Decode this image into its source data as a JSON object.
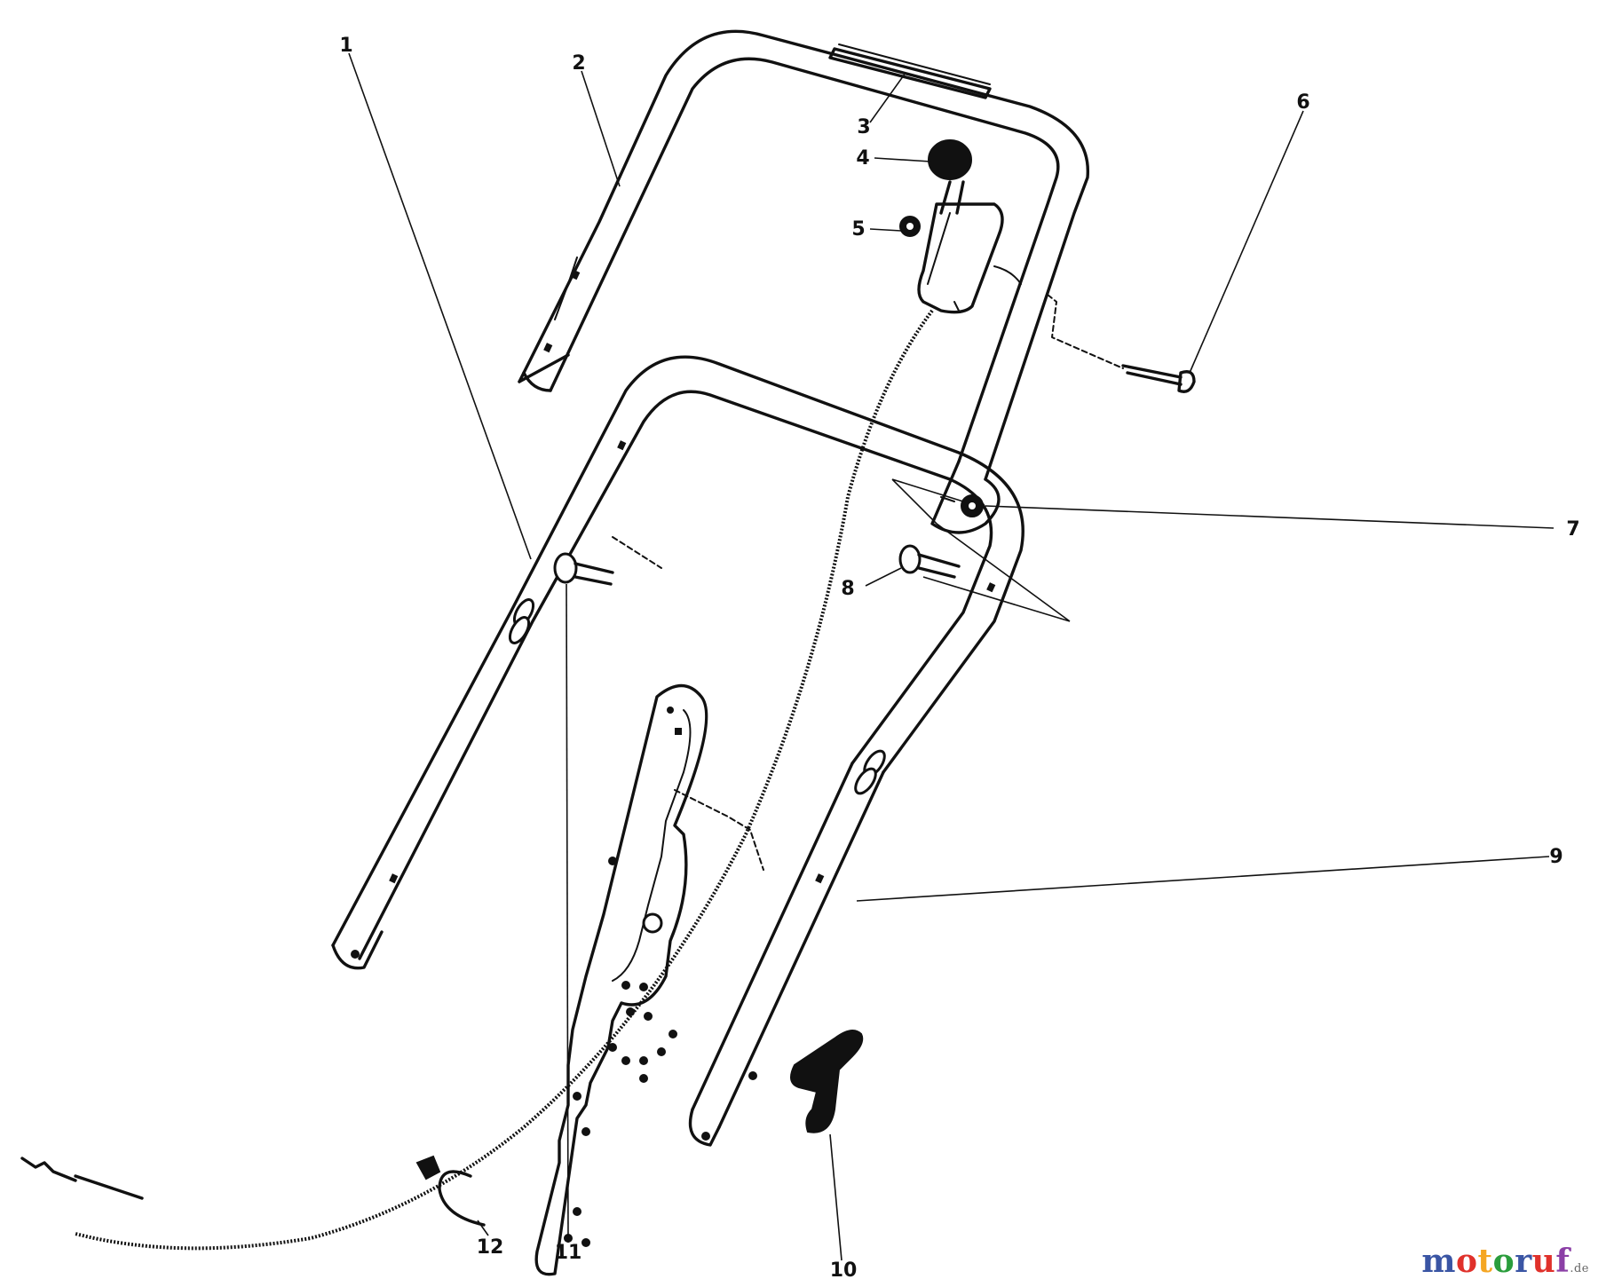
{
  "callouts": [
    "1",
    "2",
    "3",
    "4",
    "5",
    "6",
    "7",
    "8",
    "9",
    "10",
    "11",
    "12"
  ],
  "brand": {
    "text": "motoruf",
    "suffix": ".de",
    "colors": [
      "#3a55a4",
      "#e0312b",
      "#f5a623",
      "#2a9d3c",
      "#3a55a4",
      "#e0312b",
      "#8b3fa6"
    ]
  }
}
